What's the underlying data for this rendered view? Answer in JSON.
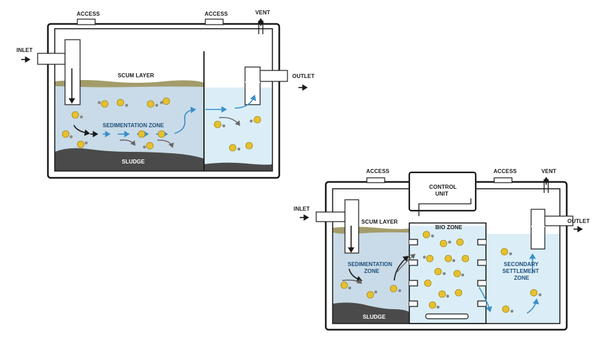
{
  "tank1": {
    "access_left": "ACCESS",
    "access_right": "ACCESS",
    "vent": "VENT",
    "inlet": "INLET",
    "outlet": "OUTLET",
    "scum_layer": "SCUM LAYER",
    "sedimentation_zone": "SEDIMENTATION ZONE",
    "sludge": "SLUDGE"
  },
  "tank2": {
    "access_left": "ACCESS",
    "access_right": "ACCESS",
    "vent": "VENT",
    "inlet": "INLET",
    "outlet": "OUTLET",
    "control_unit_line1": "CONTROL",
    "control_unit_line2": "UNIT",
    "scum_layer": "SCUM LAYER",
    "bio_zone": "BIO ZONE",
    "sedimentation_line1": "SEDIMENTATION",
    "sedimentation_line2": "ZONE",
    "secondary_line1": "SECONDARY",
    "secondary_line2": "SETTLEMENT",
    "secondary_line3": "ZONE",
    "sludge": "SLUDGE"
  },
  "colors": {
    "water": "#c9dbe8",
    "water_light": "#dbeef8",
    "scum": "#a39c6a",
    "sludge": "#4a4a4a",
    "bacteria": "#e6c12e",
    "flow": "#3a8fc8"
  }
}
